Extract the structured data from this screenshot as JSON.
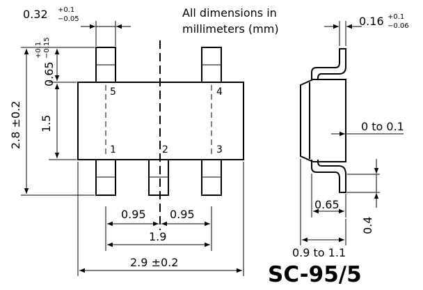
{
  "note": {
    "line1": "All dimensions in",
    "line2": "millimeters (mm)"
  },
  "package_name": "SC-95/5",
  "pins": {
    "p1": "1",
    "p2": "2",
    "p3": "3",
    "p4": "4",
    "p5": "5"
  },
  "dimensions": {
    "lead_width": {
      "value": "0.32",
      "tol_plus": "+0.1",
      "tol_minus": "−0.05"
    },
    "lead_length_top": {
      "value": "0.65",
      "tol_plus": "+0.1",
      "tol_minus": "−0.15"
    },
    "overall_height": "2.8 ±0.2",
    "body_height": "1.5",
    "pitch_left": "0.95",
    "pitch_right": "0.95",
    "pitch_span": "1.9",
    "overall_width": "2.9 ±0.2",
    "lead_thickness": {
      "value": "0.16",
      "tol_plus": "+0.1",
      "tol_minus": "−0.06"
    },
    "standoff": "0 to 0.1",
    "foot_length": "0.65",
    "foot_height": "0.4",
    "package_height": "0.9 to 1.1"
  }
}
